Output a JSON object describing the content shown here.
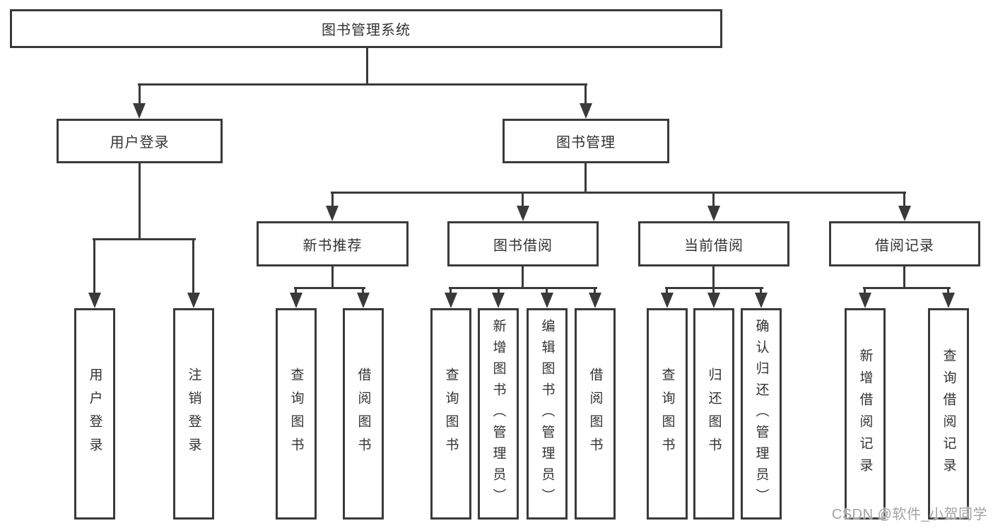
{
  "title": "图书管理系统",
  "colors": {
    "line": "#3a3a3a",
    "border": "#3a3a3a",
    "text": "#323232",
    "background": "#ffffff",
    "watermark": "#a3a3a3"
  },
  "nodes": {
    "root": {
      "label": "图书管理系统",
      "level": 1,
      "parent": null
    },
    "user_login": {
      "label": "用户登录",
      "level": 2,
      "parent": "root"
    },
    "book_mgmt": {
      "label": "图书管理",
      "level": 2,
      "parent": "root"
    },
    "new_book_rec": {
      "label": "新书推荐",
      "level": 3,
      "parent": "book_mgmt"
    },
    "book_borrow": {
      "label": "图书借阅",
      "level": 3,
      "parent": "book_mgmt"
    },
    "current_borrow": {
      "label": "当前借阅",
      "level": 3,
      "parent": "book_mgmt"
    },
    "borrow_record": {
      "label": "借阅记录",
      "level": 3,
      "parent": "book_mgmt"
    },
    "leaf_login": {
      "label": "用户登录",
      "level": 4,
      "parent": "user_login"
    },
    "leaf_logout": {
      "label": "注销登录",
      "level": 4,
      "parent": "user_login"
    },
    "leaf_query_rec": {
      "label": "查询图书",
      "level": 4,
      "parent": "new_book_rec"
    },
    "leaf_borrow_rec": {
      "label": "借阅图书",
      "level": 4,
      "parent": "new_book_rec"
    },
    "leaf_query_borrow": {
      "label": "查询图书",
      "level": 4,
      "parent": "book_borrow"
    },
    "leaf_add_book": {
      "label": "新增图书（管理员）",
      "level": 4,
      "parent": "book_borrow"
    },
    "leaf_edit_book": {
      "label": "编辑图书（管理员）",
      "level": 4,
      "parent": "book_borrow"
    },
    "leaf_borrow_book": {
      "label": "借阅图书",
      "level": 4,
      "parent": "book_borrow"
    },
    "leaf_query_current": {
      "label": "查询图书",
      "level": 4,
      "parent": "current_borrow"
    },
    "leaf_return_book": {
      "label": "归还图书",
      "level": 4,
      "parent": "current_borrow"
    },
    "leaf_confirm_return": {
      "label": "确认归还（管理员）",
      "level": 4,
      "parent": "current_borrow"
    },
    "leaf_add_record": {
      "label": "新增借阅记录",
      "level": 4,
      "parent": "borrow_record"
    },
    "leaf_query_record": {
      "label": "查询借阅记录",
      "level": 4,
      "parent": "borrow_record"
    }
  },
  "watermark": {
    "text": "CSDN @软件_小贺同学"
  }
}
